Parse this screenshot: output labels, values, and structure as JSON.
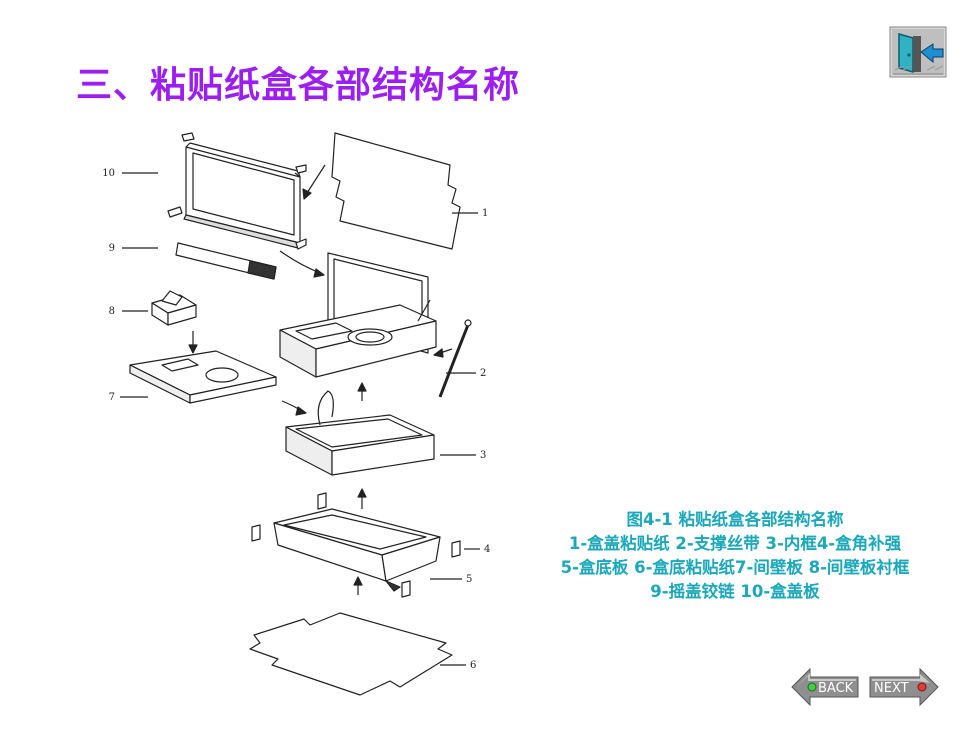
{
  "title": "三、粘贴纸盒各部结构名称",
  "caption": {
    "line1": "图4-1 粘贴纸盒各部结构名称",
    "line2": "1-盒盖粘贴纸 2-支撑丝带 3-内框4-盒角补强",
    "line3": "5-盒底板 6-盒底粘贴纸7-间壁板 8-间壁板衬框",
    "line4": "9-摇盖铰链 10-盒盖板"
  },
  "part_labels": {
    "p1": "1",
    "p2": "2",
    "p3": "3",
    "p4": "4",
    "p5": "5",
    "p6": "6",
    "p7": "7",
    "p8": "8",
    "p9": "9",
    "p10": "10"
  },
  "nav": {
    "back_label": "BACK",
    "next_label": "NEXT"
  },
  "icons": {
    "exit": "exit-door-icon",
    "back": "back-arrow-icon",
    "next": "next-arrow-icon"
  },
  "colors": {
    "title": "#9c1ef0",
    "caption": "#1aa8ba"
  }
}
